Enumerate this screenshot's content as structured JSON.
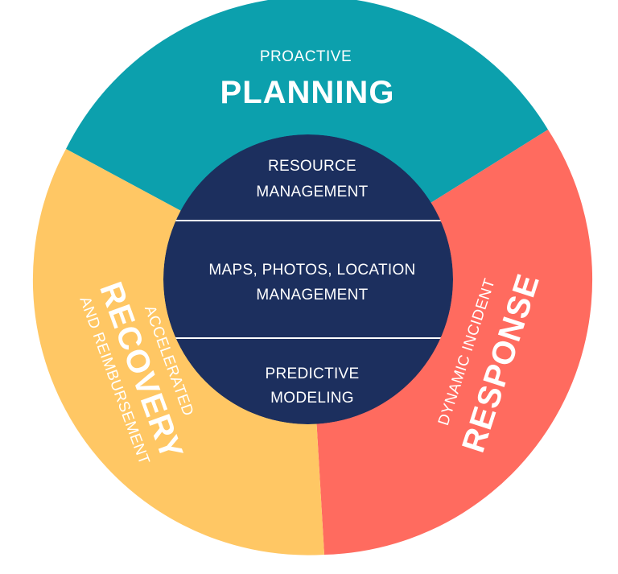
{
  "colors": {
    "planning": "#0CA0AD",
    "response": "#FF6B5F",
    "recovery": "#FFC764",
    "center": "#1C2F5E",
    "divider": "#FFFFFF"
  },
  "segments": {
    "planning": {
      "sub": "PROACTIVE",
      "title": "PLANNING"
    },
    "response": {
      "sub": "DYNAMIC INCIDENT",
      "title": "RESPONSE"
    },
    "recovery": {
      "sub": "ACCELERATED",
      "title": "RECOVERY",
      "sub2": "AND REIMBURSEMENT"
    }
  },
  "center": {
    "top": [
      "RESOURCE",
      "MANAGEMENT"
    ],
    "middle": [
      "MAPS, PHOTOS, LOCATION",
      "MANAGEMENT"
    ],
    "bottom": [
      "PREDICTIVE",
      "MODELING"
    ]
  }
}
